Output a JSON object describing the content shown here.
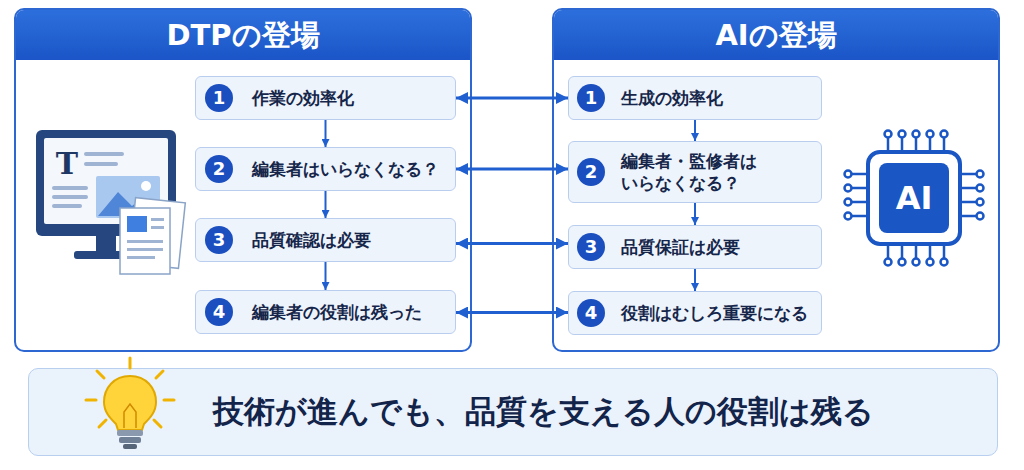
{
  "diagram": {
    "nodes": [
      {
        "text": [
          "DTPの登場"
        ]
      },
      {
        "text": [
          "作業の効率化"
        ],
        "in": 0
      },
      {
        "text": [
          "1"
        ],
        "in": 1
      },
      {
        "text": [
          "編集者はいらなくなる？"
        ],
        "in": 0
      },
      {
        "text": [
          "2"
        ],
        "in": 3
      },
      {
        "text": [
          "品質確認は必要"
        ],
        "in": 0
      },
      {
        "text": [
          "3"
        ],
        "in": 5
      },
      {
        "text": [
          "編集者の役割は残った"
        ],
        "in": 0
      },
      {
        "text": [
          "4"
        ],
        "in": 7
      },
      {
        "text": [
          "AIの登場"
        ]
      },
      {
        "text": [
          "生成の効率化"
        ],
        "in": 9
      },
      {
        "text": [
          "1"
        ],
        "in": 10
      },
      {
        "text": [
          "編集者・監修者はいらなくなる？"
        ],
        "in": 9
      },
      {
        "text": [
          "2"
        ],
        "in": 12
      },
      {
        "text": [
          "品質保証は必要"
        ],
        "in": 9
      },
      {
        "text": [
          "3"
        ],
        "in": 14
      },
      {
        "text": [
          "役割はむしろ重要になる"
        ],
        "in": 9
      },
      {
        "text": [
          "4"
        ],
        "in": 16
      },
      {
        "text": [
          "技術が進んでも、品質を支える人の役割は残る"
        ]
      }
    ],
    "edges": [
      {
        "from": 1,
        "to": 3,
        "arrow": "to"
      },
      {
        "from": 3,
        "to": 5,
        "arrow": "to"
      },
      {
        "from": 5,
        "to": 7,
        "arrow": "to"
      },
      {
        "from": 10,
        "to": 12,
        "arrow": "to"
      },
      {
        "from": 12,
        "to": 14,
        "arrow": "to"
      },
      {
        "from": 14,
        "to": 16,
        "arrow": "to"
      },
      {
        "from": 1,
        "to": 10,
        "arrow": "both"
      },
      {
        "from": 3,
        "to": 12,
        "arrow": "both"
      },
      {
        "from": 5,
        "to": 14,
        "arrow": "both"
      },
      {
        "from": 7,
        "to": 16,
        "arrow": "both"
      }
    ],
    "labels": [
      "T",
      "AI"
    ]
  }
}
